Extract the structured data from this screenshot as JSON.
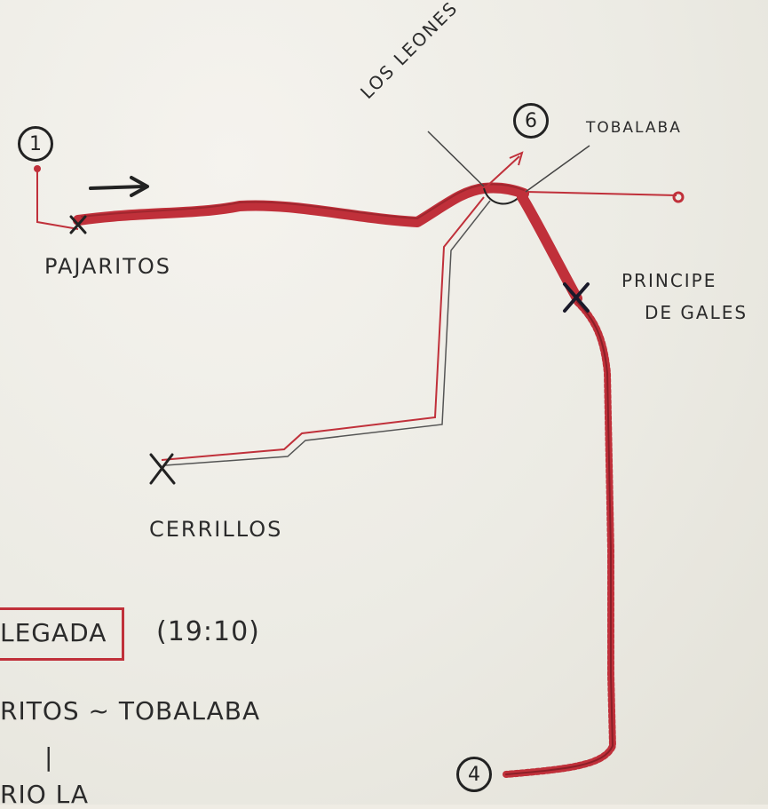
{
  "stations": {
    "pajaritos": "PAJARITOS",
    "los_leones": "LOS LEONES",
    "tobalaba": "TOBALABA",
    "principe_de_gales_1": "PRINCIPE",
    "principe_de_gales_2": "DE GALES",
    "cerrillos": "CERRILLOS"
  },
  "lines": {
    "line_1": "1",
    "line_6": "6",
    "line_4": "4"
  },
  "notes": {
    "llegada_label": "LEGADA",
    "llegada_time": "(19:10)",
    "route": "RITOS ~ TOBALABA",
    "route_connector": "|",
    "route_next": "RIO LA"
  },
  "colors": {
    "route_red": "#c0303a",
    "ink_black": "#2a2a2a"
  }
}
